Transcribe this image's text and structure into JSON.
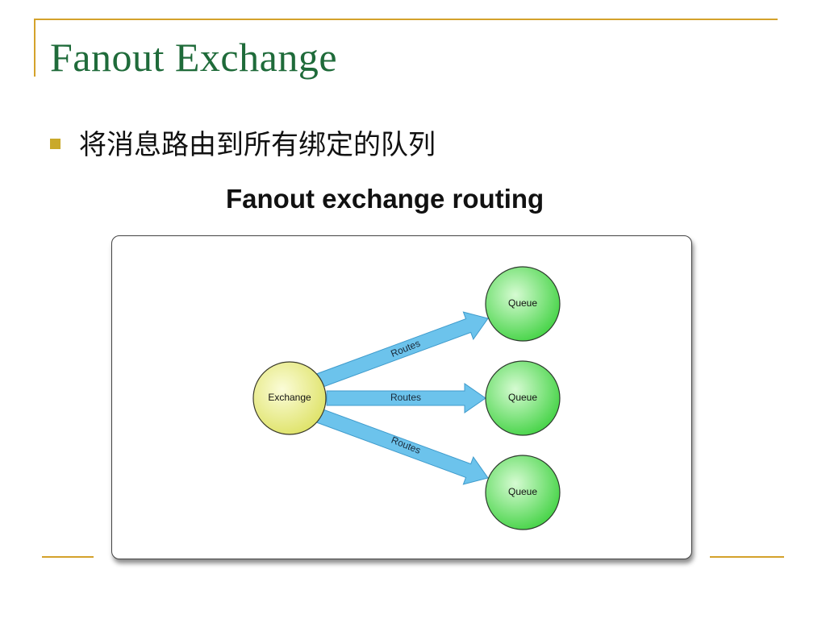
{
  "slide": {
    "title": "Fanout Exchange",
    "bullet": "将消息路由到所有绑定的队列",
    "accent_color": "#d4a22b",
    "title_color": "#1f6b3a",
    "bullet_color": "#c9a92a"
  },
  "diagram": {
    "heading": "Fanout exchange routing",
    "exchange": {
      "label": "Exchange",
      "color": "#eef08a"
    },
    "queues": [
      {
        "label": "Queue",
        "color": "#7fe77c"
      },
      {
        "label": "Queue",
        "color": "#7fe77c"
      },
      {
        "label": "Queue",
        "color": "#7fe77c"
      }
    ],
    "arrows": [
      {
        "label": "Routes"
      },
      {
        "label": "Routes"
      },
      {
        "label": "Routes"
      }
    ],
    "arrow_color": "#6cc3ec"
  }
}
